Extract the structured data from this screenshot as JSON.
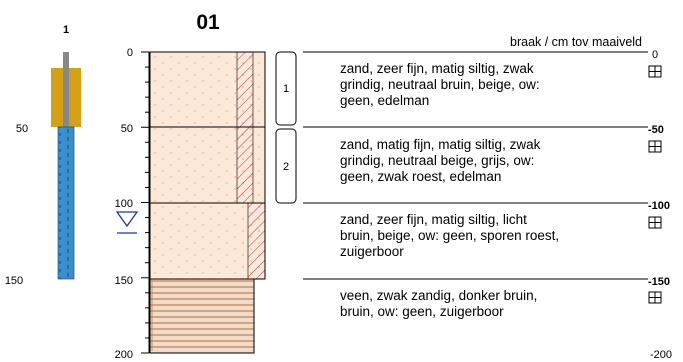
{
  "boring": {
    "title": "01",
    "surface_note": "braak / cm tov maaiveld",
    "depth_unit": "cm",
    "depth_range": [
      0,
      200
    ]
  },
  "well": {
    "label": "1",
    "tick_labels": [
      "50",
      "150"
    ],
    "casing_from": 0,
    "casing_to": 50,
    "filter_from": 50,
    "filter_to": 150,
    "seal_color": "#d4a017",
    "filter_color": "#3a8fd1",
    "casing_color": "#888888"
  },
  "column": {
    "tick_labels": [
      "0",
      "50",
      "100",
      "150",
      "200"
    ],
    "groundwater_depth": 120
  },
  "layers": [
    {
      "from": 0,
      "to": 50,
      "lithology": "zand",
      "fill": "#fde9d9",
      "hatch_from": 0.86,
      "description": [
        "zand, zeer fijn, matig siltig, zwak",
        "grindig, neutraal bruin, beige, ow:",
        "geen, edelman"
      ]
    },
    {
      "from": 50,
      "to": 100,
      "lithology": "zand",
      "fill": "#fde9d9",
      "hatch_from": 0.86,
      "description": [
        "zand, matig fijn, matig siltig, zwak",
        "grindig, neutraal beige, grijs, ow:",
        "geen, zwak roest, edelman"
      ]
    },
    {
      "from": 100,
      "to": 150,
      "lithology": "zand",
      "fill": "#fde9d9",
      "hatch_from": 0.93,
      "description": [
        "zand, zeer fijn, matig siltig, licht",
        "bruin, beige, ow: geen, sporen roest,",
        "zuigerboor"
      ]
    },
    {
      "from": 150,
      "to": 200,
      "lithology": "veen",
      "fill": "#f2dcc8",
      "hatch_from": null,
      "description": [
        "veen, zwak zandig, donker bruin,",
        "bruin, ow: geen, zuigerboor"
      ]
    }
  ],
  "samples": [
    {
      "label": "1",
      "from": 0,
      "to": 50
    },
    {
      "label": "2",
      "from": 50,
      "to": 100
    }
  ],
  "right_depth_labels": [
    "0",
    "-50",
    "-100",
    "-150",
    "-200"
  ],
  "colors": {
    "sand_dot": "#e8b48a",
    "peat_line": "#b07850",
    "hatch": "#c0385a"
  }
}
